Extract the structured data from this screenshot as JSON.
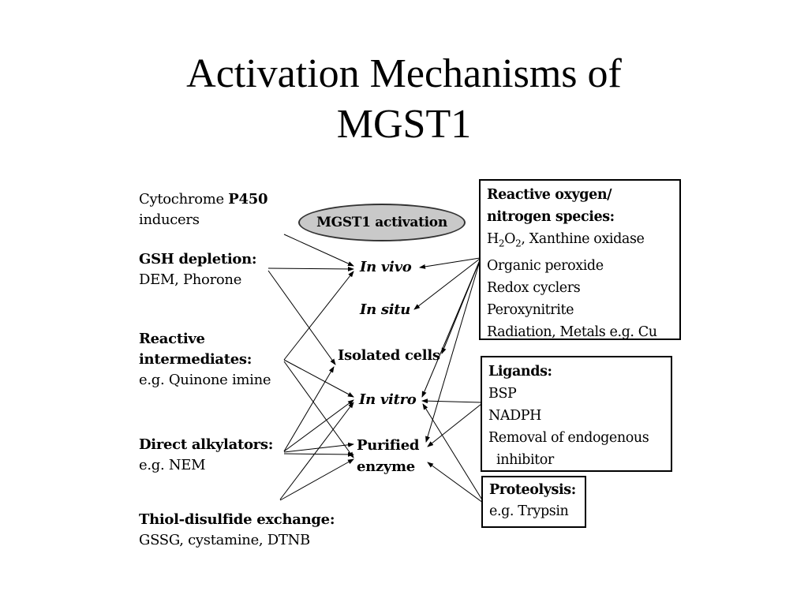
{
  "title": {
    "line1": "Activation Mechanisms of",
    "line2": "MGST1"
  },
  "center_label": "MGST1 activation",
  "left_sources": {
    "p450": {
      "text_a": "Cytochrome ",
      "text_b": "P450",
      "line2": "inducers"
    },
    "gsh": {
      "head": "GSH depletion:",
      "body": "DEM, Phorone"
    },
    "reactive": {
      "head1": "Reactive",
      "head2": "intermediates:",
      "body": "e.g. Quinone imine"
    },
    "alkyl": {
      "head": "Direct alkylators:",
      "body": "e.g. NEM"
    },
    "thiol": {
      "head": "Thiol-disulfide exchange:",
      "body": "GSSG, cystamine, DTNB"
    }
  },
  "targets": {
    "in_vivo": "In vivo",
    "in_situ": "In situ",
    "isolated": "Isolated cells",
    "in_vitro": "In vitro",
    "purified1": "Purified",
    "purified2": "enzyme"
  },
  "boxes": {
    "ros": {
      "h1": "Reactive oxygen/",
      "h2": "nitrogen species:",
      "line_h2o2_a": "H",
      "line_h2o2_sub1": "2",
      "line_h2o2_b": "O",
      "line_h2o2_sub2": "2",
      "line_h2o2_c": ", Xanthine oxidase",
      "l2": "Organic peroxide",
      "l3": "Redox cyclers",
      "l4": "Peroxynitrite",
      "l5": "Radiation, Metals e.g. Cu"
    },
    "ligands": {
      "h": "Ligands:",
      "l1": "BSP",
      "l2": "NADPH",
      "l3": "Removal of endogenous",
      "l4": "inhibitor"
    },
    "proteolysis": {
      "h": "Proteolysis:",
      "l1": "e.g. Trypsin"
    }
  }
}
